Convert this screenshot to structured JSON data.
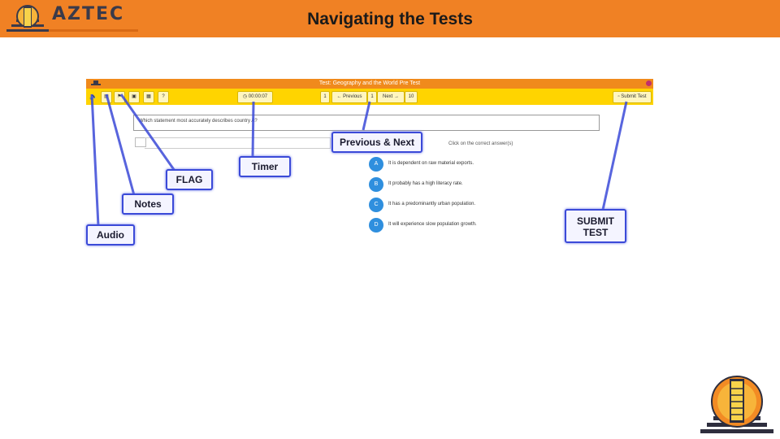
{
  "slide": {
    "title": "Navigating the Tests",
    "logo_text": "AZTEC",
    "colors": {
      "banner": "#f08124",
      "callout_border": "#3b4ad8",
      "app_toolbar": "#ffd400",
      "answer_button": "#2f8fde"
    }
  },
  "app": {
    "window_title": "Test: Geography and the World Pre Test",
    "toolbar": {
      "audio_icon": "speaker-icon",
      "notes_icon": "notes-icon",
      "flag_icon": "flag-icon",
      "timer": "00:00:07",
      "previous_label": "Previous",
      "previous_page": "1",
      "current_page": "1",
      "next_label": "Next",
      "last_page": "10",
      "submit_label": "Submit Test"
    },
    "question": "Which statement most accurately describes country A?",
    "instruction": "Click on the correct answer(s)",
    "answers": [
      {
        "letter": "A",
        "text": "It is dependent on raw material exports."
      },
      {
        "letter": "B",
        "text": "It probably has a high literacy rate."
      },
      {
        "letter": "C",
        "text": "It has a predominantly urban population."
      },
      {
        "letter": "D",
        "text": "It will experience slow population growth."
      }
    ]
  },
  "callouts": {
    "previous_next": "Previous & Next",
    "timer": "Timer",
    "flag": "FLAG",
    "notes": "Notes",
    "audio": "Audio",
    "submit_line1": "SUBMIT",
    "submit_line2": "TEST"
  }
}
